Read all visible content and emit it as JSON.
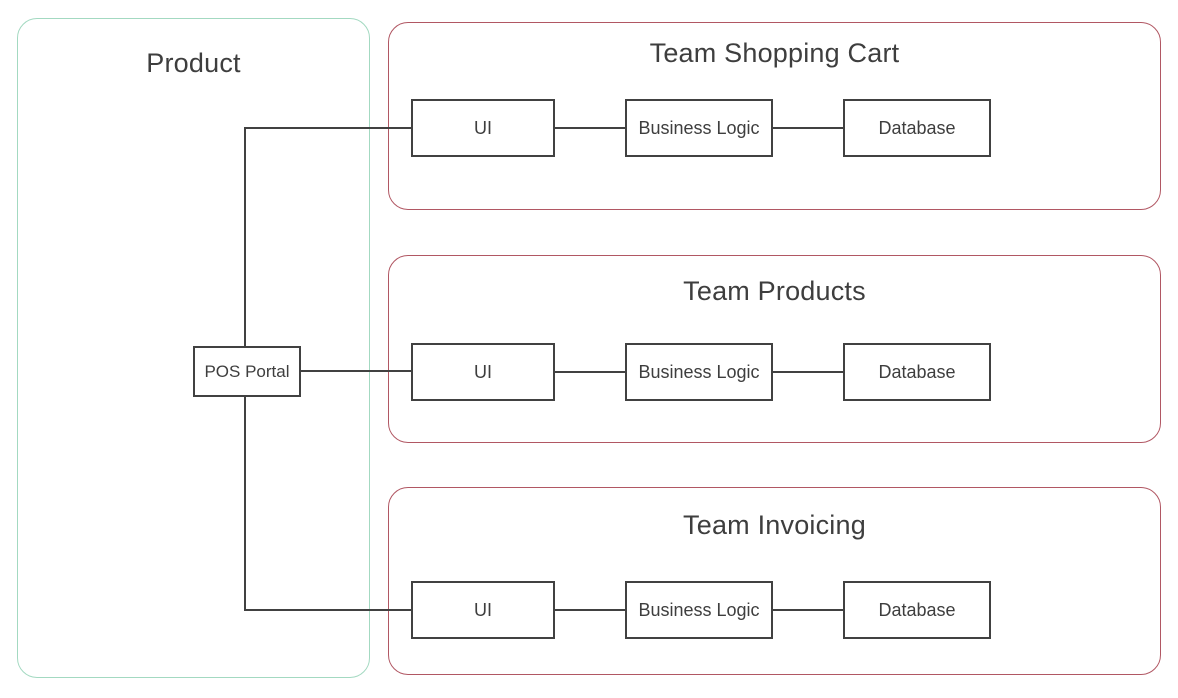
{
  "diagram": {
    "product_group": {
      "title": "Product",
      "border_color": "#a3d9c1",
      "node": {
        "label": "POS Portal"
      }
    },
    "teams": [
      {
        "title": "Team Shopping Cart",
        "nodes": {
          "ui": "UI",
          "business_logic": "Business Logic",
          "database": "Database"
        }
      },
      {
        "title": "Team Products",
        "nodes": {
          "ui": "UI",
          "business_logic": "Business Logic",
          "database": "Database"
        }
      },
      {
        "title": "Team Invoicing",
        "nodes": {
          "ui": "UI",
          "business_logic": "Business Logic",
          "database": "Database"
        }
      }
    ],
    "team_border_color": "#b15763",
    "connector_color": "#414141"
  }
}
